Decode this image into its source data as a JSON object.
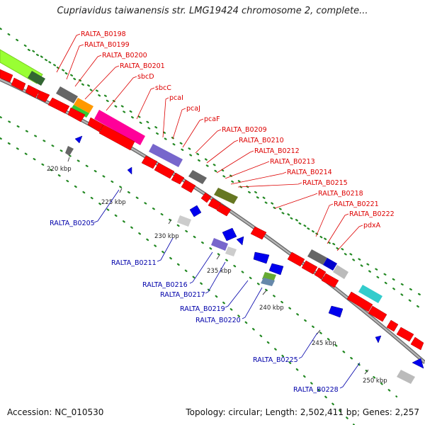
{
  "header": {
    "title": "Cupriavidus taiwanensis str. LMG19424 chromosome 2, complete..."
  },
  "footer": {
    "accession": "Accession: NC_010530",
    "topology": "Topology: circular; Length: 2,502,411 bp; Genes: 2,257"
  },
  "axis": {
    "ticks": [
      "220 kbp",
      "225 kbp",
      "230 kbp",
      "235 kbp",
      "240 kbp",
      "245 kbp",
      "250 kbp"
    ]
  },
  "colors": {
    "forward_cds": "#ff0000",
    "reverse_cds": "#0000ee",
    "backbone": "#999999",
    "label_forward": "#dd0000",
    "label_reverse": "#0000aa",
    "dots": "#228822"
  },
  "genes": {
    "forward": [
      "RALTA_B0198",
      "RALTA_B0199",
      "RALTA_B0200",
      "RALTA_B0201",
      "sbcD",
      "sbcC",
      "pcaI",
      "pcaJ",
      "pcaF",
      "RALTA_B0209",
      "RALTA_B0210",
      "RALTA_B0212",
      "RALTA_B0213",
      "RALTA_B0214",
      "RALTA_B0215",
      "RALTA_B0218",
      "RALTA_B0221",
      "RALTA_B0222",
      "pdxA"
    ],
    "reverse": [
      "RALTA_B0205",
      "RALTA_B0211",
      "RALTA_B0216",
      "RALTA_B0217",
      "RALTA_B0219",
      "RALTA_B0220",
      "RALTA_B0225",
      "RALTA_B0228"
    ]
  }
}
